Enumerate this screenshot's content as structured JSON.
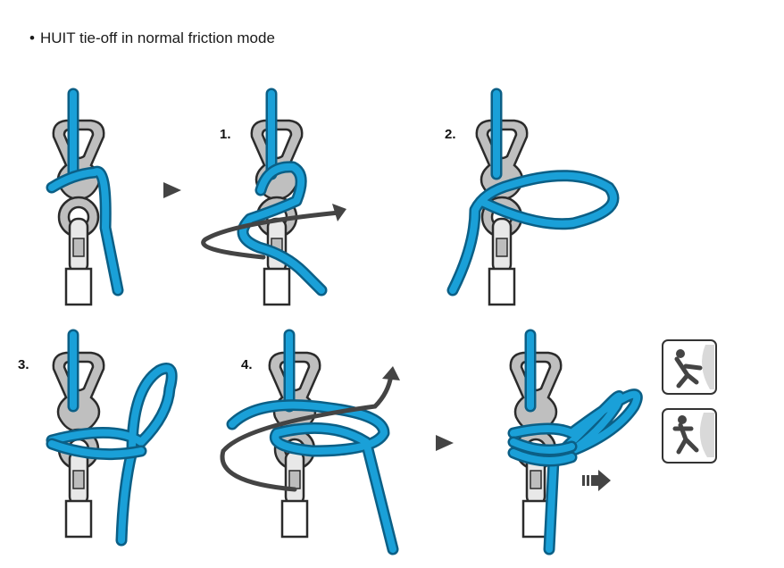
{
  "title": "HUIT tie-off in normal friction mode",
  "bullet": "•",
  "steps": [
    {
      "label": "1."
    },
    {
      "label": "2."
    },
    {
      "label": "3."
    },
    {
      "label": "4."
    }
  ],
  "colors": {
    "rope": "#1aa0d8",
    "rope_outline": "#0b5f86",
    "metal": "#bfbfbf",
    "outline": "#2b2b2b",
    "arrow": "#4a4a4a"
  },
  "icons": [
    "rappel-icon",
    "climbing-icon"
  ]
}
